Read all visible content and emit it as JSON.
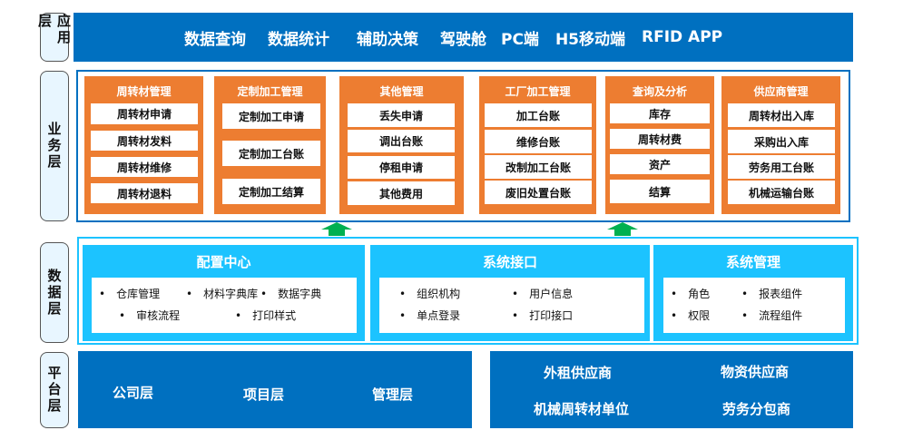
{
  "layers": {
    "app": "应用层",
    "business": "业务层",
    "data": "数据层",
    "platform": "平台层"
  },
  "app_items": [
    "数据查询",
    "数据统计",
    "辅助决策",
    "驾驶舱",
    "PC端",
    "H5移动端",
    "RFID APP"
  ],
  "business": [
    {
      "title": "周转材管理",
      "items": [
        "周转材申请",
        "周转材发料",
        "周转材维修",
        "周转材退料"
      ]
    },
    {
      "title": "定制加工管理",
      "items": [
        "定制加工申请",
        "定制加工台账",
        "定制加工结算"
      ]
    },
    {
      "title": "其他管理",
      "items": [
        "丢失申请",
        "调出台账",
        "停租申请",
        "其他费用"
      ]
    },
    {
      "title": "工厂加工管理",
      "items": [
        "加工台账",
        "维修台账",
        "改制加工台账",
        "废旧处置台账"
      ]
    },
    {
      "title": "查询及分析",
      "items": [
        "库存",
        "周转材费",
        "资产",
        "结算"
      ]
    },
    {
      "title": "供应商管理",
      "items": [
        "周转材出入库",
        "采购出入库",
        "劳务用工台账",
        "机械运输台账"
      ]
    }
  ],
  "data_sections": [
    {
      "title": "配置中心",
      "items": [
        "仓库管理",
        "材料字典库",
        "数据字典",
        "审核流程",
        "打印样式"
      ]
    },
    {
      "title": "系统接口",
      "items": [
        "组织机构",
        "用户信息",
        "单点登录",
        "打印接口"
      ]
    },
    {
      "title": "系统管理",
      "items": [
        "角色",
        "报表组件",
        "权限",
        "流程组件"
      ]
    }
  ],
  "platform": {
    "left": [
      "公司层",
      "项目层",
      "管理层"
    ],
    "right": [
      "外租供应商",
      "物资供应商",
      "机械周转材单位",
      "劳务分包商"
    ]
  },
  "colors": {
    "blue": "#0070C0",
    "orange": "#ED7D31",
    "cyan": "#1CC3FF",
    "green": "#00B050"
  }
}
